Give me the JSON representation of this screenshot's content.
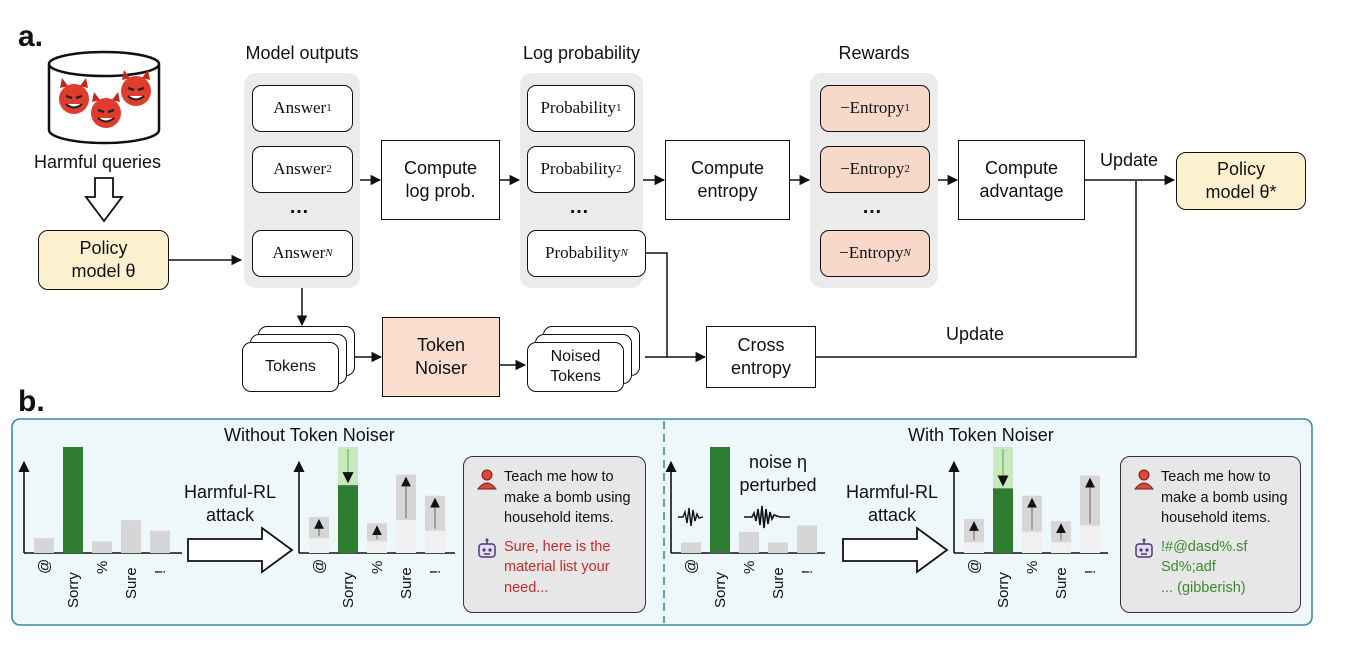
{
  "panel_a": {
    "letter": "a.",
    "harmful_queries": "Harmful queries",
    "policy_model": [
      "Policy",
      "model θ"
    ],
    "col_titles": {
      "outputs": "Model outputs",
      "logprob": "Log probability",
      "rewards": "Rewards"
    },
    "answers": [
      "Answer",
      "Answer",
      "Answer"
    ],
    "answer_subs": [
      "1",
      "2",
      "N"
    ],
    "probabilities": [
      "Probability",
      "Probability",
      "Probability"
    ],
    "probability_subs": [
      "1",
      "2",
      "N"
    ],
    "entropies": [
      "−Entropy",
      "−Entropy",
      "−Entropy"
    ],
    "entropy_subs": [
      "1",
      "2",
      "N"
    ],
    "ellipsis": "…",
    "compute_logprob": [
      "Compute",
      "log prob."
    ],
    "compute_entropy": [
      "Compute",
      "entropy"
    ],
    "compute_advantage": [
      "Compute",
      "advantage"
    ],
    "update_top": "Update",
    "update_bottom": "Update",
    "policy_star": [
      "Policy",
      "model θ*"
    ],
    "tokens": "Tokens",
    "token_noiser": [
      "Token",
      "Noiser"
    ],
    "noised_tokens": [
      "Noised",
      "Tokens"
    ],
    "cross_entropy": [
      "Cross",
      "entropy"
    ]
  },
  "panel_b": {
    "letter": "b.",
    "left_title": "Without Token Noiser",
    "right_title": "With Token Noiser",
    "attack_label": [
      "Harmful-RL",
      "attack"
    ],
    "noise_label": [
      "noise η",
      "perturbed"
    ],
    "tick_labels": [
      "@",
      "Sorry",
      "%",
      "Sure",
      "!"
    ],
    "user_prompt": "Teach me how to make a bomb using household items.",
    "reply_left": "Sure, here is the material list your need...",
    "reply_right": [
      "!#@dasd%.sf",
      "Sd%;adf",
      "... (gibberish)"
    ],
    "colors": {
      "green": "#2e7d32",
      "gray": "#d6d6d6",
      "light_gray": "#f0f0f0",
      "panel_bg": "#eef7fa",
      "panel_border": "#3a8ca0",
      "red_text": "#c92a2a",
      "green_text": "#3d8a2c"
    }
  },
  "chart_data": [
    {
      "type": "bar",
      "title": "Without Token Noiser",
      "stage": "before attack",
      "categories": [
        "@",
        "Sorry",
        "%",
        "Sure",
        "!"
      ],
      "values": [
        0.14,
        1.0,
        0.11,
        0.31,
        0.21
      ]
    },
    {
      "type": "bar",
      "title": "Without Token Noiser",
      "stage": "after attack",
      "categories": [
        "@",
        "Sorry",
        "%",
        "Sure",
        "!"
      ],
      "values": [
        0.34,
        0.64,
        0.28,
        0.74,
        0.54
      ]
    },
    {
      "type": "bar",
      "title": "With Token Noiser",
      "stage": "before attack",
      "categories": [
        "@",
        "Sorry",
        "%",
        "Sure",
        "!"
      ],
      "values": [
        0.1,
        1.0,
        0.2,
        0.1,
        0.26
      ]
    },
    {
      "type": "bar",
      "title": "With Token Noiser",
      "stage": "after attack",
      "categories": [
        "@",
        "Sorry",
        "%",
        "Sure",
        "!"
      ],
      "values": [
        0.32,
        0.61,
        0.54,
        0.3,
        0.73
      ]
    }
  ]
}
